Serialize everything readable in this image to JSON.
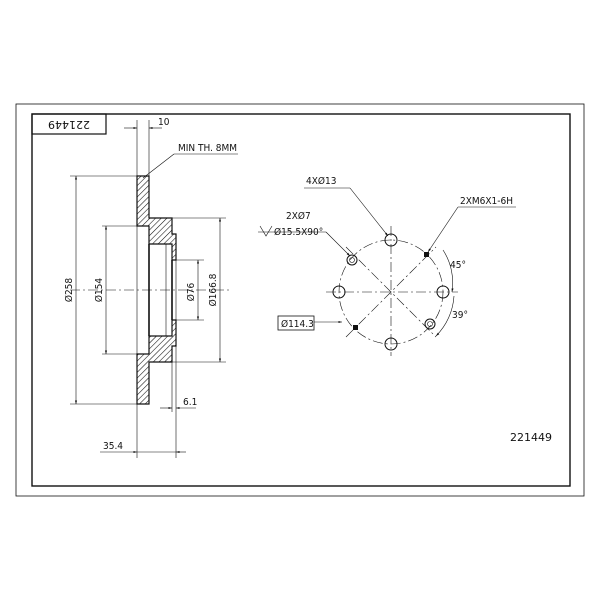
{
  "title_block": {
    "part_number_rotated": "221449",
    "part_number": "221449"
  },
  "section_view": {
    "dim_thickness": "10",
    "note_min_thickness": "MIN TH. 8MM",
    "dim_outer_diameter": "Ø258",
    "dim_inner_diameter": "Ø154",
    "dim_bore": "Ø76",
    "dim_hat_diameter": "Ø166.8",
    "dim_hat_wall": "6.1",
    "dim_offset": "35.4"
  },
  "front_view": {
    "note_bolt_holes": "4XØ13",
    "note_threaded_holes": "2XM6X1-6H",
    "note_pin_holes": "2XØ7",
    "note_countersink": "Ø15.5X90°",
    "dim_angle_upper": "45°",
    "dim_angle_lower": "39°",
    "dim_pcd": "Ø114.3"
  }
}
